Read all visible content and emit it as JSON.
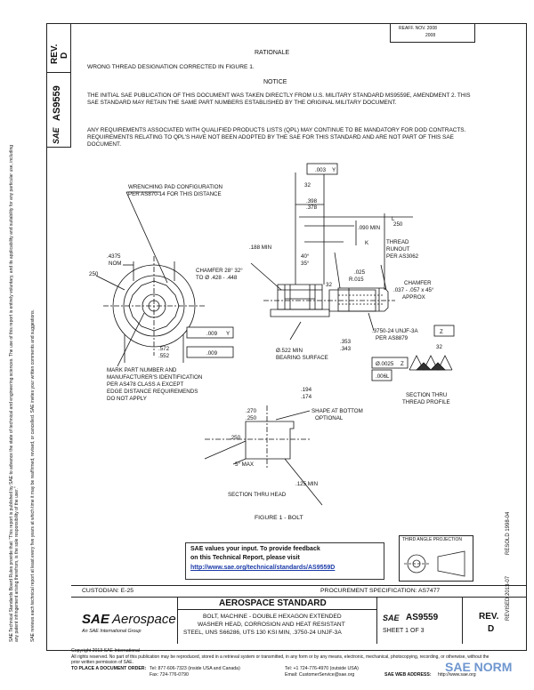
{
  "revision_stamp": {
    "line1": "REAFF. NOV. 2008",
    "line2": "2008"
  },
  "side_header": {
    "rev_label": "REV.",
    "rev_value": "D",
    "doc_no": "AS9559"
  },
  "rationale": {
    "heading": "RATIONALE",
    "text": "WRONG THREAD DESIGNATION CORRECTED IN FIGURE 1."
  },
  "notice": {
    "heading": "NOTICE",
    "para1": "THE INITIAL SAE PUBLICATION OF THIS DOCUMENT WAS TAKEN DIRECTLY FROM U.S. MILITARY STANDARD MS9559E, AMENDMENT 2. THIS SAE STANDARD MAY RETAIN THE SAME PART NUMBERS ESTABLISHED BY THE ORIGINAL MILITARY DOCUMENT.",
    "para2": "ANY REQUIREMENTS ASSOCIATED WITH QUALIFIED PRODUCTS LISTS (QPL) MAY CONTINUE TO BE MANDATORY FOR DOD CONTRACTS. REQUIREMENTS RELATING TO QPL'S HAVE NOT BEEN ADOPTED BY THE SAE FOR THIS STANDARD AND ARE NOT PART OF THIS SAE DOCUMENT."
  },
  "left_disclaimer": {
    "line1": "SAE Technical Standards Board Rules provide that: \"This report is published by SAE to advance the state of technical and engineering sciences. The use of this report is entirely voluntary, and its applicability and suitability for any particular use, including any patent infringement arising therefrom, is the sole responsibility of the user.\"",
    "line2": "SAE reviews each technical report at least every five years at which time it may be reaffirmed, revised, or cancelled. SAE invites your written comments and suggestions."
  },
  "right_vertical": {
    "rev_stamp": "REVISED 2013-07",
    "reaff_stamp": "RESOLD 1998-04"
  },
  "drawing": {
    "labels": {
      "wrenching": "WRENCHING PAD CONFIGURATION",
      "wrenching2": "PER AS870-14 FOR THIS DISTANCE",
      "dim_4375": ".4375",
      "nom": "NOM",
      "dim_250_left": "250",
      "chamfer": "CHAMFER 28° 32°",
      "chamfer2": "TO Ø .428 - .448",
      "dia_572": ".572",
      "dia_552": ".552",
      "tol_009": ".009",
      "tol_y": "Y",
      "tol_009b": ".009",
      "mark": "MARK PART NUMBER AND",
      "mark2": "MANUFACTURER'S IDENTIFICATION",
      "mark3": "PER AS478 CLASS A EXCEPT",
      "mark4": "EDGE DISTANCE REQUIREMENDS",
      "mark5": "DO NOT APPLY",
      "fcf_top": ".003",
      "fcf_top_y": "Y",
      "finish32": "32",
      "d_398": ".398",
      "d_378": ".378",
      "d_188": ".188 MIN",
      "d_090": ".090 MIN",
      "k": "K",
      "l": "L",
      "deg40": "40°",
      "deg35": "35°",
      "r025": ".025",
      "r015": "R.015",
      "finish32b": "32",
      "d_250_right": "250",
      "thread_runout": "THREAD",
      "thread_runout2": "RUNOUT",
      "thread_runout3": "PER AS3062",
      "chamfer_r": "CHAMFER",
      "chamfer_r2": ".037 - .057 x 45°",
      "chamfer_r3": "APPROX",
      "thread": ".3750-24 UNJF-3A",
      "thread_z": "Z",
      "per_as8879": "PER AS8879",
      "dia_522": "Ø.522 MIN",
      "bearing": "BEARING SURFACE",
      "d_353": ".353",
      "d_343": ".343",
      "fcf_0025": "Ø.0025",
      "fcf_z": "Z",
      "fcf_006": ".006",
      "fcf_l": "L",
      "finish32c": "32",
      "sect_thread": "SECTION THRU",
      "sect_thread2": "THREAD PROFILE",
      "d_194": ".194",
      "d_174": ".174",
      "d_270": ".270",
      "d_250b": ".250",
      "shape": "SHAPE AT BOTTOM",
      "shape2": "OPTIONAL",
      "d_250c": ".250",
      "max5": "5° MAX",
      "d_125": ".125 MIN",
      "sect_head": "SECTION THRU HEAD",
      "figure": "FIGURE 1 - BOLT"
    }
  },
  "feedback": {
    "line1": "SAE values your input. To provide feedback",
    "line2": "on this Technical Report, please visit",
    "url": "http://www.sae.org/technical/standards/AS9559D"
  },
  "projection_label": "THIRD ANGLE PROJECTION",
  "custodian": "CUSTODIAN: E-25",
  "procurement": "PROCUREMENT SPECIFICATION: AS7477",
  "title_block": {
    "logo_sae": "SAE",
    "logo_aero": "Aerospace",
    "logo_sub": "An SAE International Group",
    "standard_heading": "AEROSPACE STANDARD",
    "title1": "BOLT, MACHINE - DOUBLE HEXAGON EXTENDED",
    "title2": "WASHER HEAD, CORROSION AND HEAT RESISTANT",
    "title3": "STEEL, UNS S66286, UTS 130 KSI MIN, .3750-24 UNJF-3A",
    "sae_small": "SAE",
    "doc_no": "AS9559",
    "sheet": "SHEET 1 OF 3",
    "rev_label": "REV.",
    "rev_value": "D"
  },
  "footer": {
    "copyright": "Copyright 2013 SAE International",
    "rights": "All rights reserved. No part of this publication may be reproduced, stored in a retrieval system or transmitted, in any form or by any means, electronic, mechanical, photocopying, recording, or otherwise, without the prior written permission of SAE.",
    "order": "TO PLACE A DOCUMENT ORDER:",
    "tel": "Tel: 877-606-7323 (inside USA and Canada)",
    "tel2": "Tel: +1 724-776-4970 (outside USA)",
    "fax": "Fax: 724-776-0790",
    "email": "Email: CustomerService@sae.org",
    "web": "SAE WEB ADDRESS:",
    "web_url": "http://www.sae.org"
  },
  "watermark": "SAE NORM"
}
